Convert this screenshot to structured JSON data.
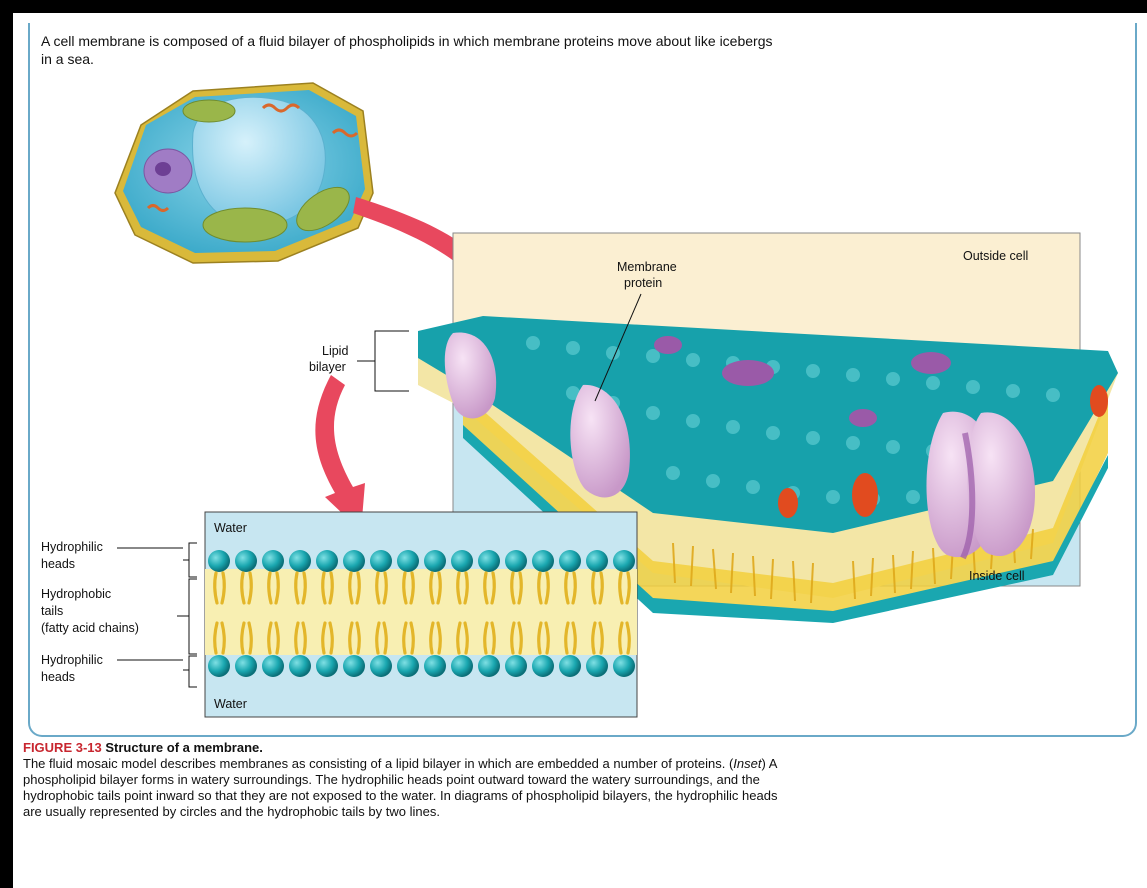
{
  "intro_text": "A cell membrane is composed of a fluid bilayer of phospholipids in which membrane proteins move about like icebergs in a sea.",
  "labels": {
    "membrane_protein_line1": "Membrane",
    "membrane_protein_line2": "protein",
    "outside_cell": "Outside cell",
    "inside_cell": "Inside cell",
    "lipid_line1": "Lipid",
    "lipid_line2": "bilayer",
    "water_top": "Water",
    "water_bottom": "Water",
    "hydrophilic_top_line1": "Hydrophilic",
    "hydrophilic_top_line2": "heads",
    "hydrophobic_line1": "Hydrophobic",
    "hydrophobic_line2": "tails",
    "hydrophobic_line3": "(fatty acid chains)",
    "hydrophilic_bottom_line1": "Hydrophilic",
    "hydrophilic_bottom_line2": "heads"
  },
  "caption": {
    "figure_number": "FIGURE 3-13",
    "title": "Structure of a membrane.",
    "body_part1": "The fluid mosaic model describes membranes as consisting of a lipid bilayer in which are embedded a number of proteins. (",
    "inset_word": "Inset",
    "body_part2": ") A phospholipid bilayer forms in watery surroundings. The hydrophilic heads point outward toward the watery surroundings, and the hydrophobic tails point inward so that they are not exposed to the water. In diagrams of phospholipid bilayers, the hydrophilic heads are usually represented by circles and the hydrophobic tails by two lines."
  },
  "colors": {
    "head_teal": "#1aa7b0",
    "tail_yellow": "#f2cf3c",
    "protein_pink": "#e7c3e3",
    "protein_purple": "#9a5aa8",
    "arrow_red": "#e8485e",
    "outside_bg": "#fbefd2",
    "inside_bg": "#c7e6f1",
    "panel_border": "#6aa9c8",
    "figure_red": "#c8262f"
  }
}
